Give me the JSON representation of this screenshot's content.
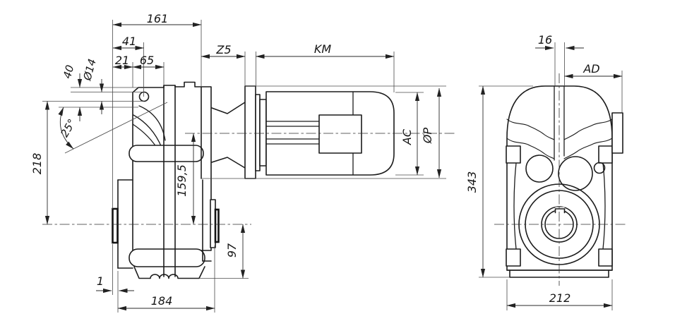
{
  "colors": {
    "ink": "#1c1c1c",
    "background": "#ffffff"
  },
  "side_view": {
    "dims": {
      "d161": "161",
      "d41": "41",
      "d21": "21",
      "d65": "65",
      "z5": "Z5",
      "km": "KM",
      "d40": "40",
      "dia14": "Ø14",
      "a25": "25°",
      "d218": "218",
      "d159_5": "159,5",
      "d97": "97",
      "d1": "1",
      "d184": "184",
      "ac": "AC",
      "diaP": "ØP"
    }
  },
  "front_view": {
    "dims": {
      "d16": "16",
      "ad": "AD",
      "d343": "343",
      "d212": "212"
    }
  }
}
